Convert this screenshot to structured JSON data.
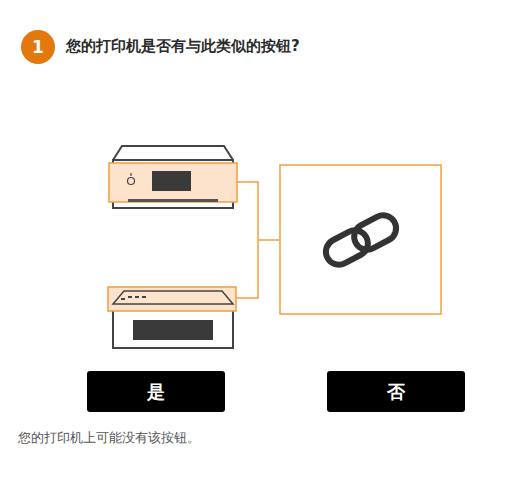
{
  "diagram": {
    "title": "您的打印机是否有与此类似的按钮?",
    "caption": "您的打印机上可能没有该按钮。",
    "nodes": [
      {
        "text": [
          "1"
        ]
      },
      {
        "text": [
          "是"
        ]
      },
      {
        "text": [
          "否"
        ]
      }
    ]
  }
}
